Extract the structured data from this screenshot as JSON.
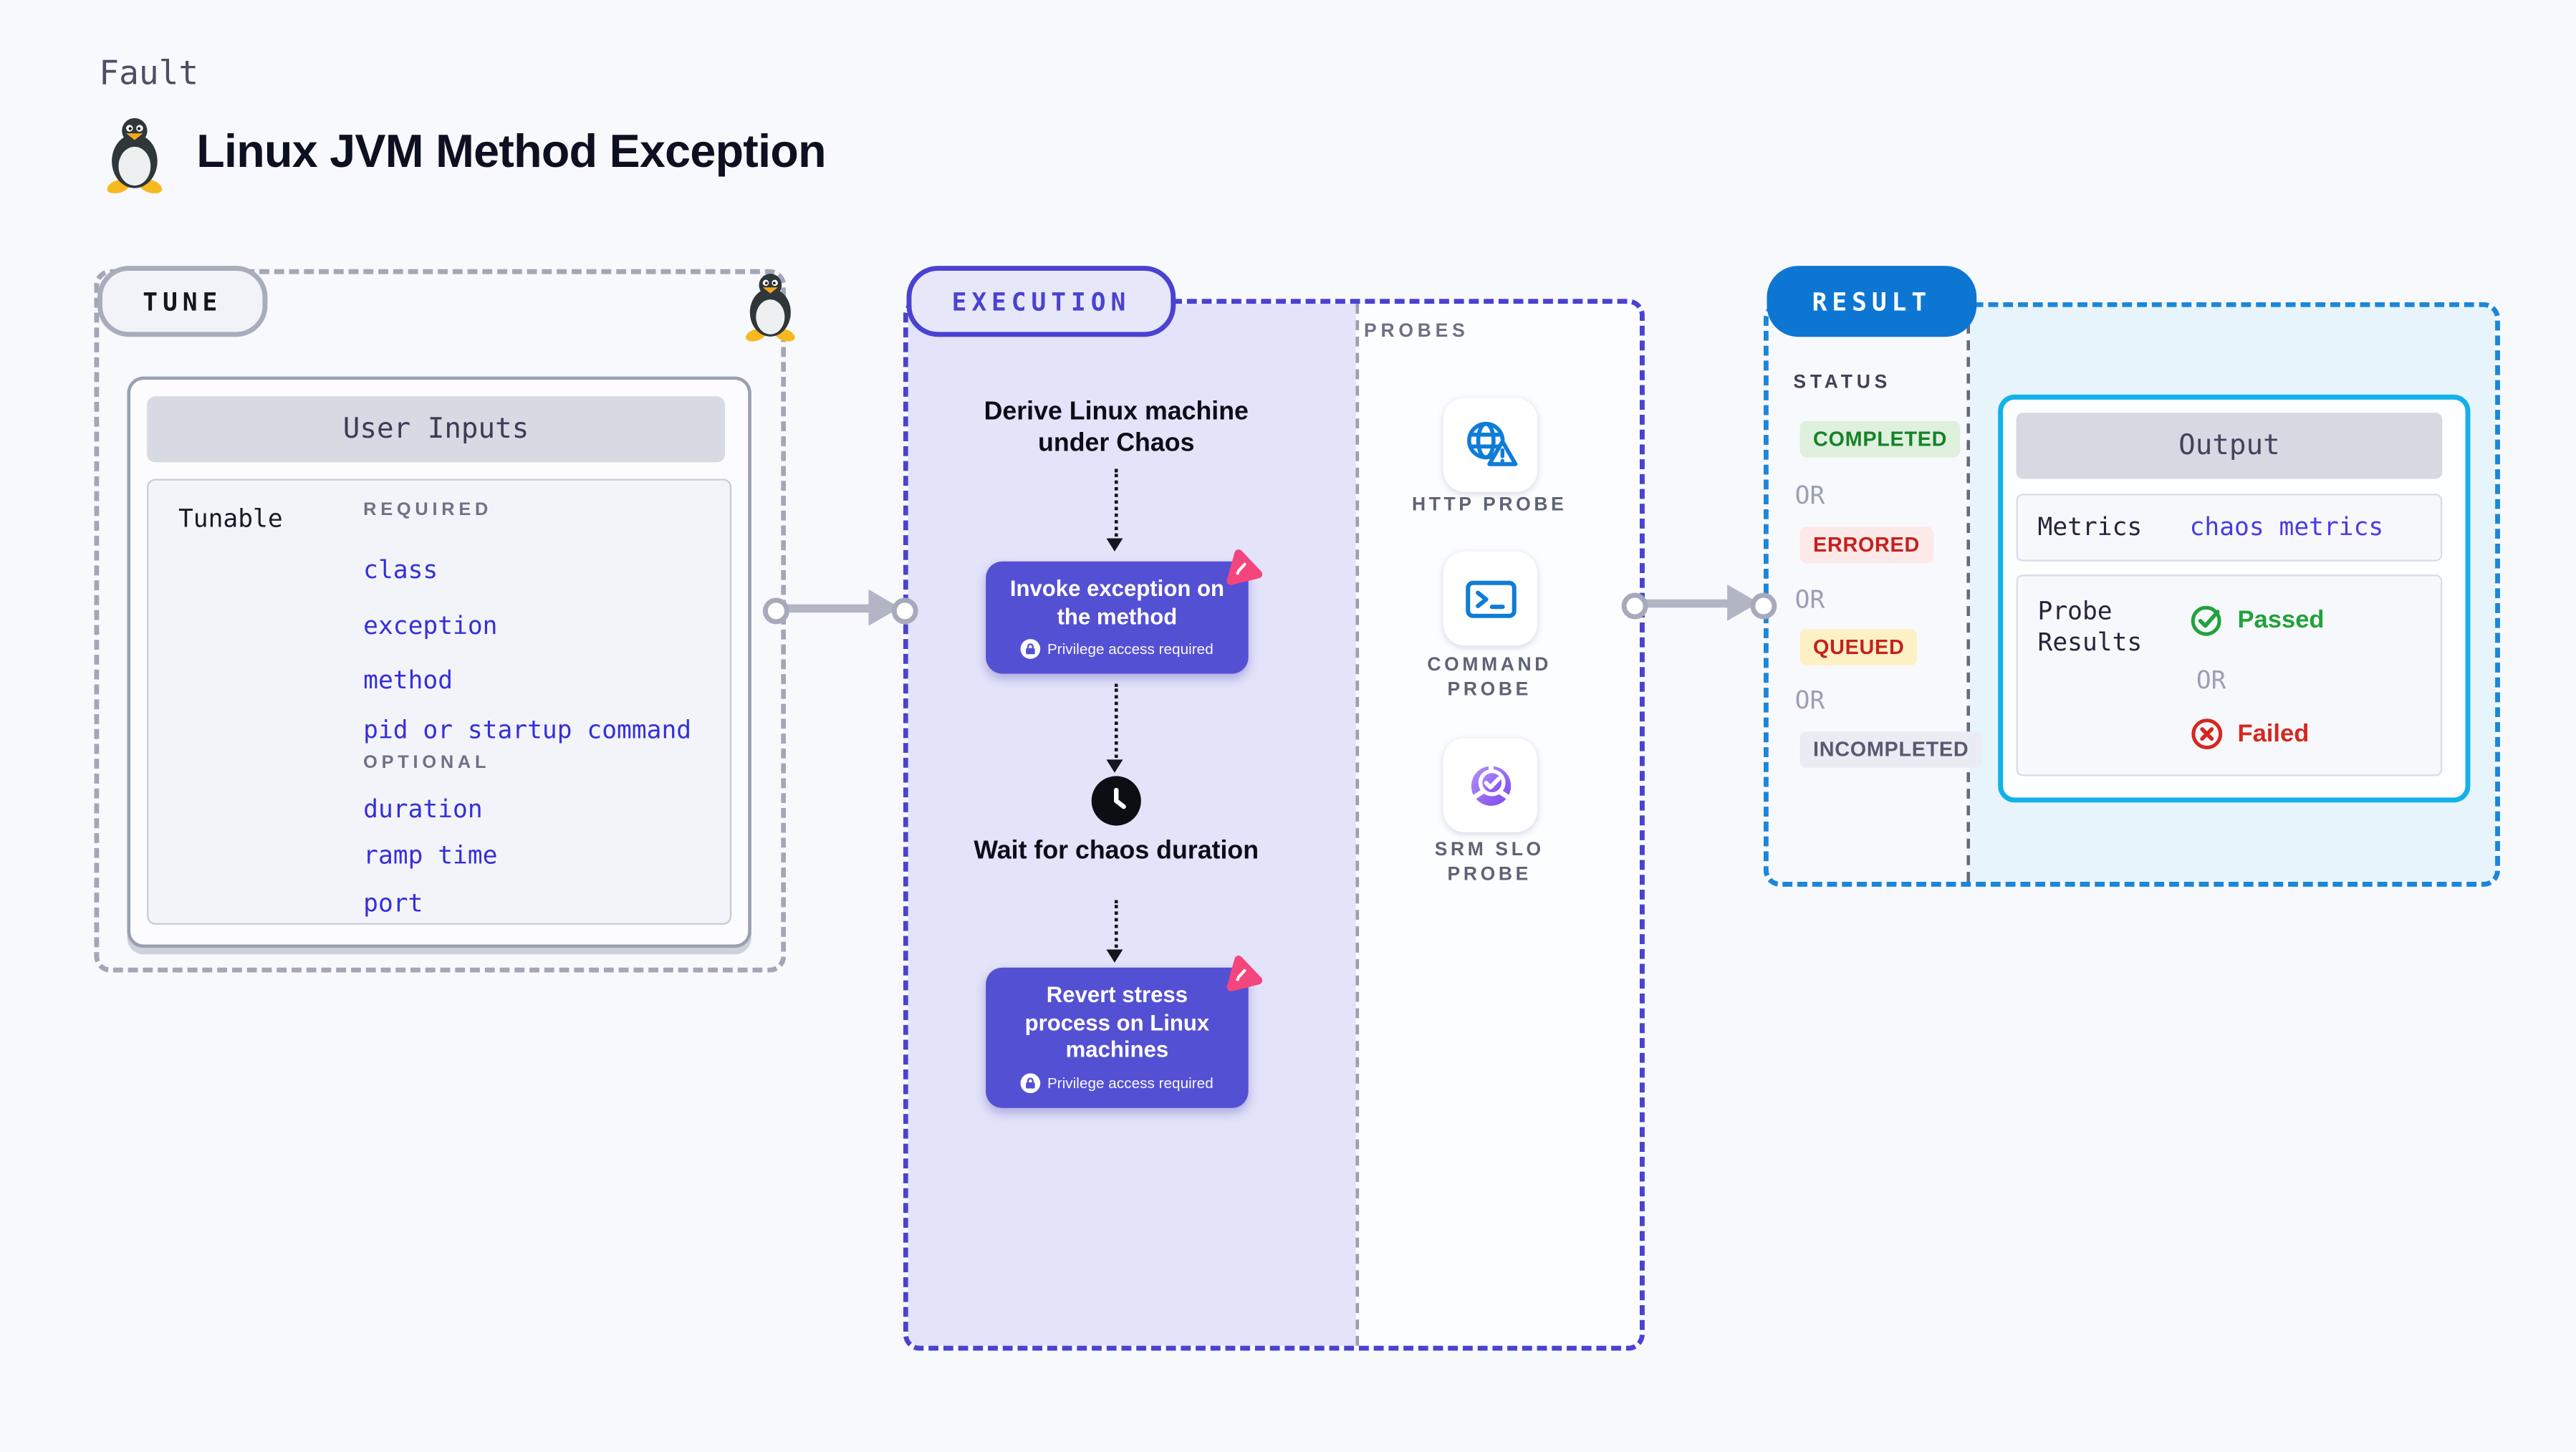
{
  "page": {
    "kicker": "Fault",
    "title": "Linux JVM Method Exception"
  },
  "tune": {
    "label": "TUNE",
    "card_title": "User Inputs",
    "row_label": "Tunable",
    "required_label": "REQUIRED",
    "required_items": [
      "class",
      "exception",
      "method",
      "pid or startup command"
    ],
    "optional_label": "OPTIONAL",
    "optional_items": [
      "duration",
      "ramp time",
      "port"
    ]
  },
  "execution": {
    "label": "EXECUTION",
    "step_derive": "Derive Linux machine under Chaos",
    "step_invoke": {
      "title": "Invoke exception on the method",
      "badge": "Privilege access required"
    },
    "step_wait": "Wait for chaos duration",
    "step_revert": {
      "title": "Revert stress process on Linux machines",
      "badge": "Privilege access required"
    }
  },
  "probes": {
    "label": "PROBES",
    "items": [
      {
        "name": "HTTP PROBE",
        "icon": "globe-alert-icon"
      },
      {
        "name": "COMMAND PROBE",
        "icon": "terminal-icon"
      },
      {
        "name": "SRM SLO PROBE",
        "icon": "slo-donut-check-icon"
      }
    ]
  },
  "result": {
    "label": "RESULT",
    "status_label": "STATUS",
    "statuses": [
      {
        "text": "COMPLETED",
        "type": "completed"
      },
      {
        "text": "OR",
        "type": "or"
      },
      {
        "text": "ERRORED",
        "type": "errored"
      },
      {
        "text": "OR",
        "type": "or"
      },
      {
        "text": "QUEUED",
        "type": "queued"
      },
      {
        "text": "OR",
        "type": "or"
      },
      {
        "text": "INCOMPLETED",
        "type": "incompleted"
      }
    ],
    "output": {
      "title": "Output",
      "metrics_label": "Metrics",
      "metrics_value": "chaos metrics",
      "probe_results_label": "Probe Results",
      "passed_label": "Passed",
      "or_label": "OR",
      "failed_label": "Failed"
    }
  },
  "colors": {
    "accent_indigo": "#4a42d0",
    "step_box": "#5450d3",
    "lavender_bg": "#e3e3f9",
    "result_blue": "#0d76d3",
    "result_border": "#1b86da",
    "cyan_bg": "#e7f4fc",
    "output_border": "#12b1e9",
    "probe_icon_blue": "#0f7cd8",
    "srm_purple": "#8a5cf2",
    "chaos_pink": "#f5457d",
    "passed_green": "#21a23c",
    "failed_red": "#d4281f",
    "completed_green": "#15832b",
    "queued_yellow_bg": "#fdf1c5",
    "tune_item_indigo": "#352fd9"
  }
}
